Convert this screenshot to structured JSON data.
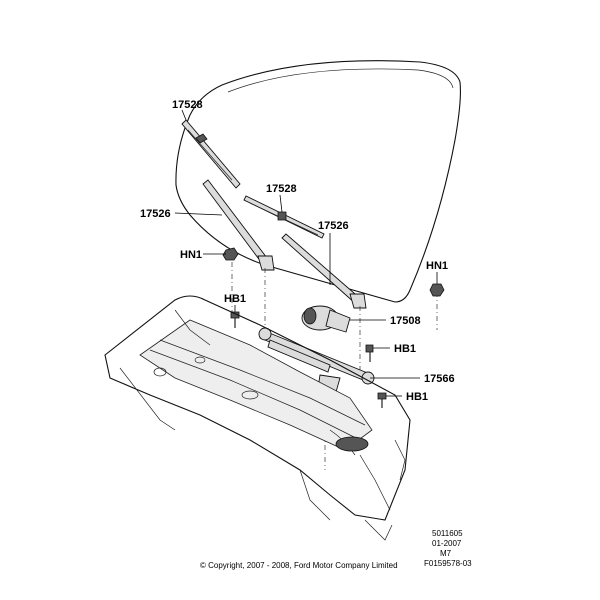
{
  "callouts": {
    "wiper_blade_left": "17528",
    "wiper_blade_right": "17528",
    "wiper_arm_left": "17526",
    "wiper_arm_right": "17526",
    "nut_left": "HN1",
    "nut_right": "HN1",
    "bolt_upper": "HB1",
    "bolt_middle": "HB1",
    "bolt_lower": "HB1",
    "wiper_motor": "17508",
    "wiper_linkage": "17566"
  },
  "meta": {
    "doc_number": "5011605",
    "doc_date": "01-2007",
    "doc_code": "M7",
    "figure_id": "F0159578-03",
    "copyright": "© Copyright, 2007 - 2008, Ford Motor Company Limited"
  }
}
